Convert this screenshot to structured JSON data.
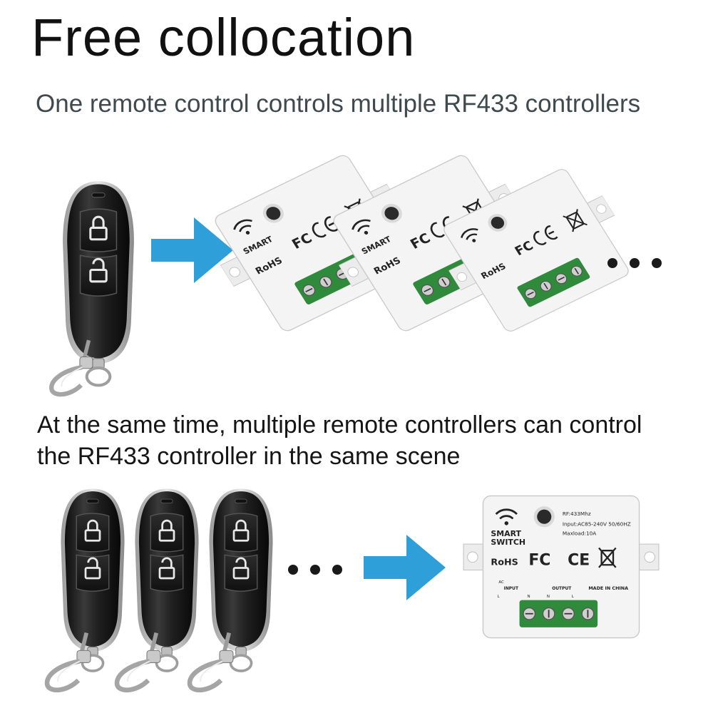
{
  "heading": {
    "title": "Free collocation",
    "subtitle": "One remote control controls multiple RF433 controllers"
  },
  "caption": {
    "line1": "At the same time, multiple remote controllers can control",
    "line2": "the RF433 controller in the same scene"
  },
  "module": {
    "brand_line1": "SMART",
    "brand_line2": "SWITCH",
    "rohs": "RoHS",
    "fc": "FC",
    "ce": "CE",
    "freq": "RF:433Mhz",
    "input": "Input:AC85-240V 50/60HZ",
    "maxload": "Maxload:10A",
    "origin": "MADE IN CHINA",
    "input_label": "INPUT",
    "output_label": "OUTPUT",
    "ac": "AC",
    "pin_l": "L",
    "pin_n": "N"
  },
  "icons": {
    "arrow": "right-arrow-icon",
    "remote": "key-fob-remote",
    "lock": "lock-icon",
    "unlock": "unlock-icon",
    "wifi": "wireless-signal-icon",
    "bin": "crossed-bin-icon"
  },
  "colors": {
    "arrow": "#2e9fd8",
    "fob_body": "#2a2a2a",
    "terminal": "#2f8a3c",
    "module_body": "#f4f4f4"
  }
}
